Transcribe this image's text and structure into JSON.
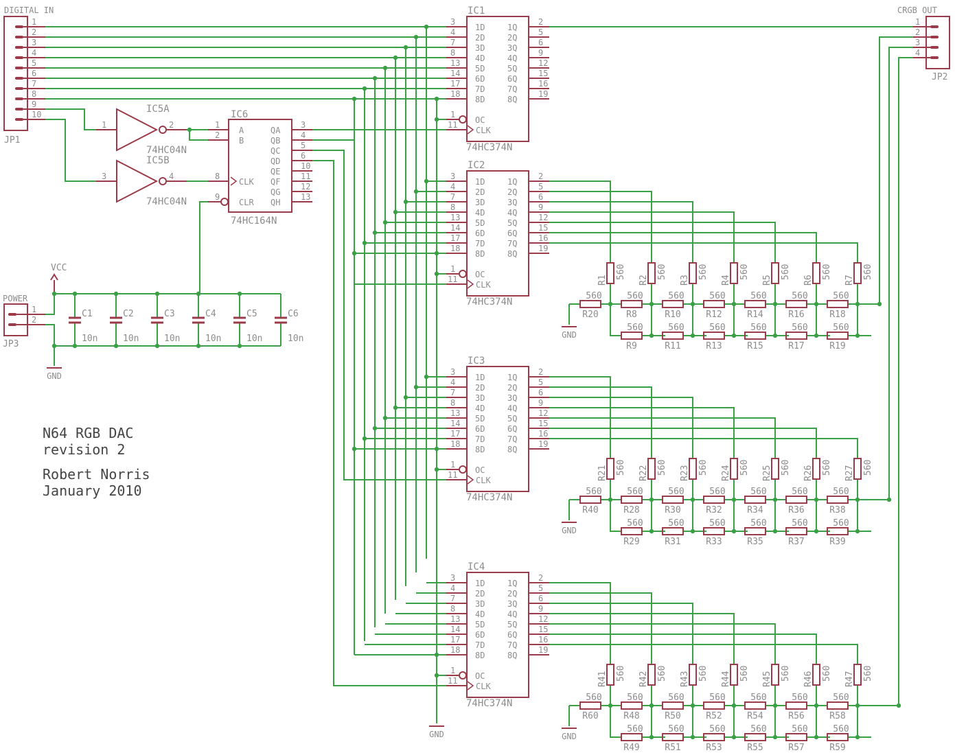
{
  "colors": {
    "part": "#9b3a48",
    "wire": "#3aa046",
    "text": "#8c8c8c",
    "note": "#444444",
    "background": "#ffffff"
  },
  "notes": {
    "line1": "N64 RGB DAC",
    "line2": "revision 2",
    "line3": "Robert Norris",
    "line4": "January 2010"
  },
  "jp1": {
    "title": "DIGITAL IN",
    "ref": "JP1",
    "pins": [
      "1",
      "2",
      "3",
      "4",
      "5",
      "6",
      "7",
      "8",
      "9",
      "10"
    ]
  },
  "jp2": {
    "title": "CRGB OUT",
    "ref": "JP2",
    "pins": [
      "1",
      "2",
      "3",
      "4"
    ]
  },
  "jp3": {
    "title": "POWER",
    "ref": "JP3",
    "pins": [
      "1",
      "2"
    ]
  },
  "supply": {
    "vcc": "VCC",
    "gnd": "GND"
  },
  "ic5a": {
    "ref": "IC5A",
    "value": "74HC04N",
    "in": "1",
    "out": "2"
  },
  "ic5b": {
    "ref": "IC5B",
    "value": "74HC04N",
    "in": "3",
    "out": "4"
  },
  "ic6": {
    "ref": "IC6",
    "value": "74HC164N",
    "left": [
      {
        "num": "1",
        "name": "A"
      },
      {
        "num": "2",
        "name": "B"
      },
      {
        "num": "8",
        "name": "CLK"
      },
      {
        "num": "9",
        "name": "CLR"
      }
    ],
    "right": [
      {
        "num": "3",
        "name": "QA"
      },
      {
        "num": "4",
        "name": "QB"
      },
      {
        "num": "5",
        "name": "QC"
      },
      {
        "num": "6",
        "name": "QD"
      },
      {
        "num": "10",
        "name": "QE"
      },
      {
        "num": "11",
        "name": "QF"
      },
      {
        "num": "12",
        "name": "QG"
      },
      {
        "num": "13",
        "name": "QH"
      }
    ]
  },
  "latch": {
    "value": "74HC374N",
    "refs": [
      "IC1",
      "IC2",
      "IC3",
      "IC4"
    ],
    "dpins": [
      "3",
      "4",
      "7",
      "8",
      "13",
      "14",
      "17",
      "18"
    ],
    "dnames": [
      "1D",
      "2D",
      "3D",
      "4D",
      "5D",
      "6D",
      "7D",
      "8D"
    ],
    "qpins": [
      "2",
      "5",
      "6",
      "9",
      "12",
      "15",
      "16",
      "19"
    ],
    "qnames": [
      "1Q",
      "2Q",
      "3Q",
      "4Q",
      "5Q",
      "6Q",
      "7Q",
      "8Q"
    ],
    "oc": {
      "num": "1",
      "name": "OC"
    },
    "clk": {
      "num": "11",
      "name": "CLK"
    }
  },
  "caps": {
    "refs": [
      "C1",
      "C2",
      "C3",
      "C4",
      "C5",
      "C6"
    ],
    "values": [
      "10n",
      "10n",
      "10n",
      "10n",
      "10n",
      "10n"
    ]
  },
  "ladders": [
    {
      "top": [
        "R1",
        "R2",
        "R3",
        "R4",
        "R5",
        "R6",
        "R7"
      ],
      "series": [
        "R8",
        "R10",
        "R12",
        "R14",
        "R16",
        "R18"
      ],
      "bottom": [
        "R9",
        "R11",
        "R13",
        "R15",
        "R17",
        "R19"
      ],
      "term": "R20"
    },
    {
      "top": [
        "R21",
        "R22",
        "R23",
        "R24",
        "R25",
        "R26",
        "R27"
      ],
      "series": [
        "R28",
        "R30",
        "R32",
        "R34",
        "R36",
        "R38"
      ],
      "bottom": [
        "R29",
        "R31",
        "R33",
        "R35",
        "R37",
        "R39"
      ],
      "term": "R40"
    },
    {
      "top": [
        "R41",
        "R42",
        "R43",
        "R44",
        "R45",
        "R46",
        "R47"
      ],
      "series": [
        "R48",
        "R50",
        "R52",
        "R54",
        "R56",
        "R58"
      ],
      "bottom": [
        "R49",
        "R51",
        "R53",
        "R55",
        "R57",
        "R59"
      ],
      "term": "R60"
    }
  ],
  "resistor_value": "560"
}
